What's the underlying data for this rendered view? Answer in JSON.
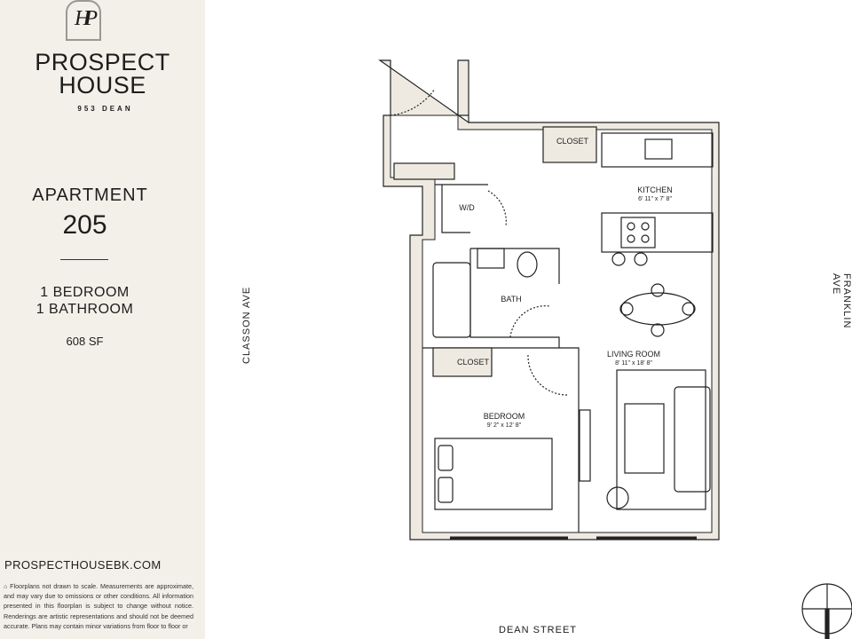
{
  "brand": {
    "logo_mark": "HP",
    "name_line1": "PROSPECT",
    "name_line2": "HOUSE",
    "address": "953 DEAN"
  },
  "unit": {
    "label": "APARTMENT",
    "number": "205",
    "bedrooms": "1 BEDROOM",
    "bathrooms": "1 BATHROOM",
    "area": "608 SF"
  },
  "website": "PROSPECTHOUSEBK.COM",
  "disclaimer": "Floorplans not drawn to scale. Measurements are approximate, and may vary due to omissions or other conditions. All information presented in this floorplan is subject to change without notice. Renderings are artistic representations and should not be deemed accurate. Plans may contain minor variations from floor to floor or",
  "streets": {
    "west": "CLASSON AVE",
    "east": "FRANKLIN AVE",
    "south": "DEAN STREET"
  },
  "rooms": {
    "closet1": "CLOSET",
    "kitchen": "KITCHEN",
    "kitchen_dim": "6' 11\" x 7' 8\"",
    "wd": "W/D",
    "bath": "BATH",
    "closet2": "CLOSET",
    "living": "LIVING ROOM",
    "living_dim": "8' 11\" x 18' 8\"",
    "bedroom": "BEDROOM",
    "bedroom_dim": "9' 2\" x 12' 8\""
  }
}
